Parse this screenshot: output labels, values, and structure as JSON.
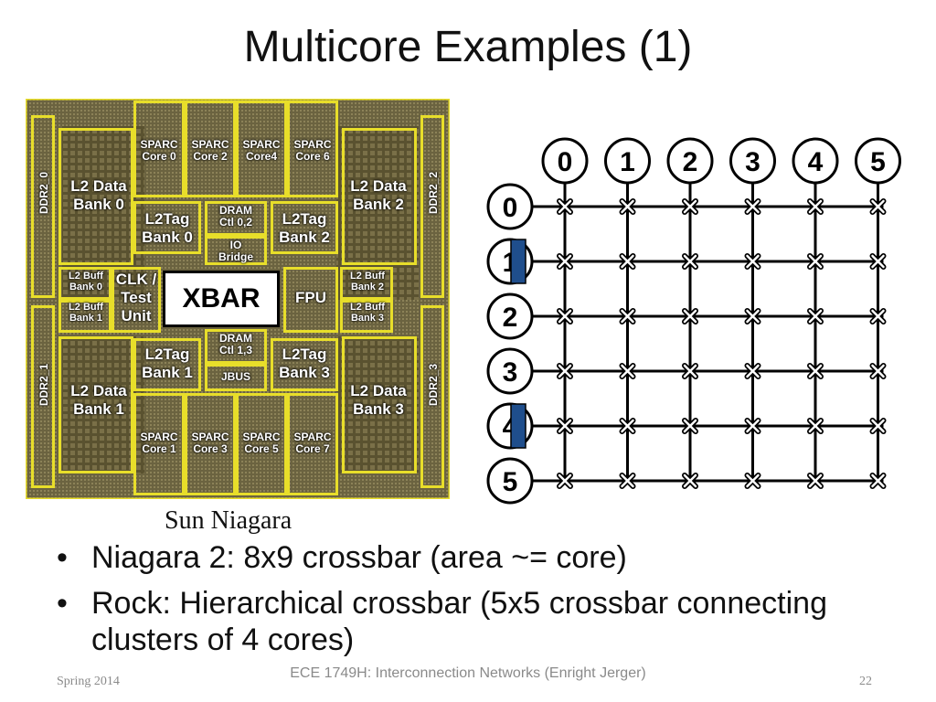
{
  "slide": {
    "title": "Multicore Examples (1)",
    "die_caption": "Sun Niagara",
    "bullets": [
      "Niagara 2: 8x9 crossbar (area ~= core)",
      "Rock: Hierarchical crossbar (5x5 crossbar connecting clusters of 4 cores)"
    ],
    "footer": {
      "left": "Spring 2014",
      "center": "ECE 1749H: Interconnection Networks (Enright Jerger)",
      "page_number": "22"
    }
  },
  "die": {
    "xbar_label": "XBAR",
    "blocks": {
      "sparc_top": [
        "SPARC\nCore 0",
        "SPARC\nCore 2",
        "SPARC\nCore4",
        "SPARC\nCore 6"
      ],
      "sparc_bottom": [
        "SPARC\nCore 1",
        "SPARC\nCore 3",
        "SPARC\nCore 5",
        "SPARC\nCore 7"
      ],
      "l2_data": [
        "L2 Data\nBank 0",
        "L2 Data\nBank 2",
        "L2 Data\nBank 1",
        "L2 Data\nBank 3"
      ],
      "l2_tag": [
        "L2Tag\nBank 0",
        "L2Tag\nBank 2",
        "L2Tag\nBank 1",
        "L2Tag\nBank 3"
      ],
      "l2_buff": [
        "L2 Buff\nBank 0",
        "L2 Buff\nBank 1",
        "L2 Buff\nBank 2",
        "L2 Buff\nBank 3"
      ],
      "dram_top": "DRAM\nCtl 0,2",
      "dram_bottom": "DRAM\nCtl 1,3",
      "io_bridge": "IO\nBridge",
      "jbus": "JBUS",
      "clk": "CLK /\nTest\nUnit",
      "fpu": "FPU",
      "ddr": [
        "DDR2_0",
        "DDR2_2",
        "DDR2_1",
        "DDR2_3"
      ]
    },
    "colors": {
      "outline": "#e8de2a",
      "die_bg": "#4a4420"
    }
  },
  "crossbar": {
    "inputs": [
      "0",
      "1",
      "2",
      "3",
      "4",
      "5"
    ],
    "outputs": [
      "0",
      "1",
      "2",
      "3",
      "4",
      "5"
    ],
    "highlighted_rows": [
      1,
      4
    ],
    "colors": {
      "marker": "#1f4e8c",
      "line": "#000000"
    }
  }
}
